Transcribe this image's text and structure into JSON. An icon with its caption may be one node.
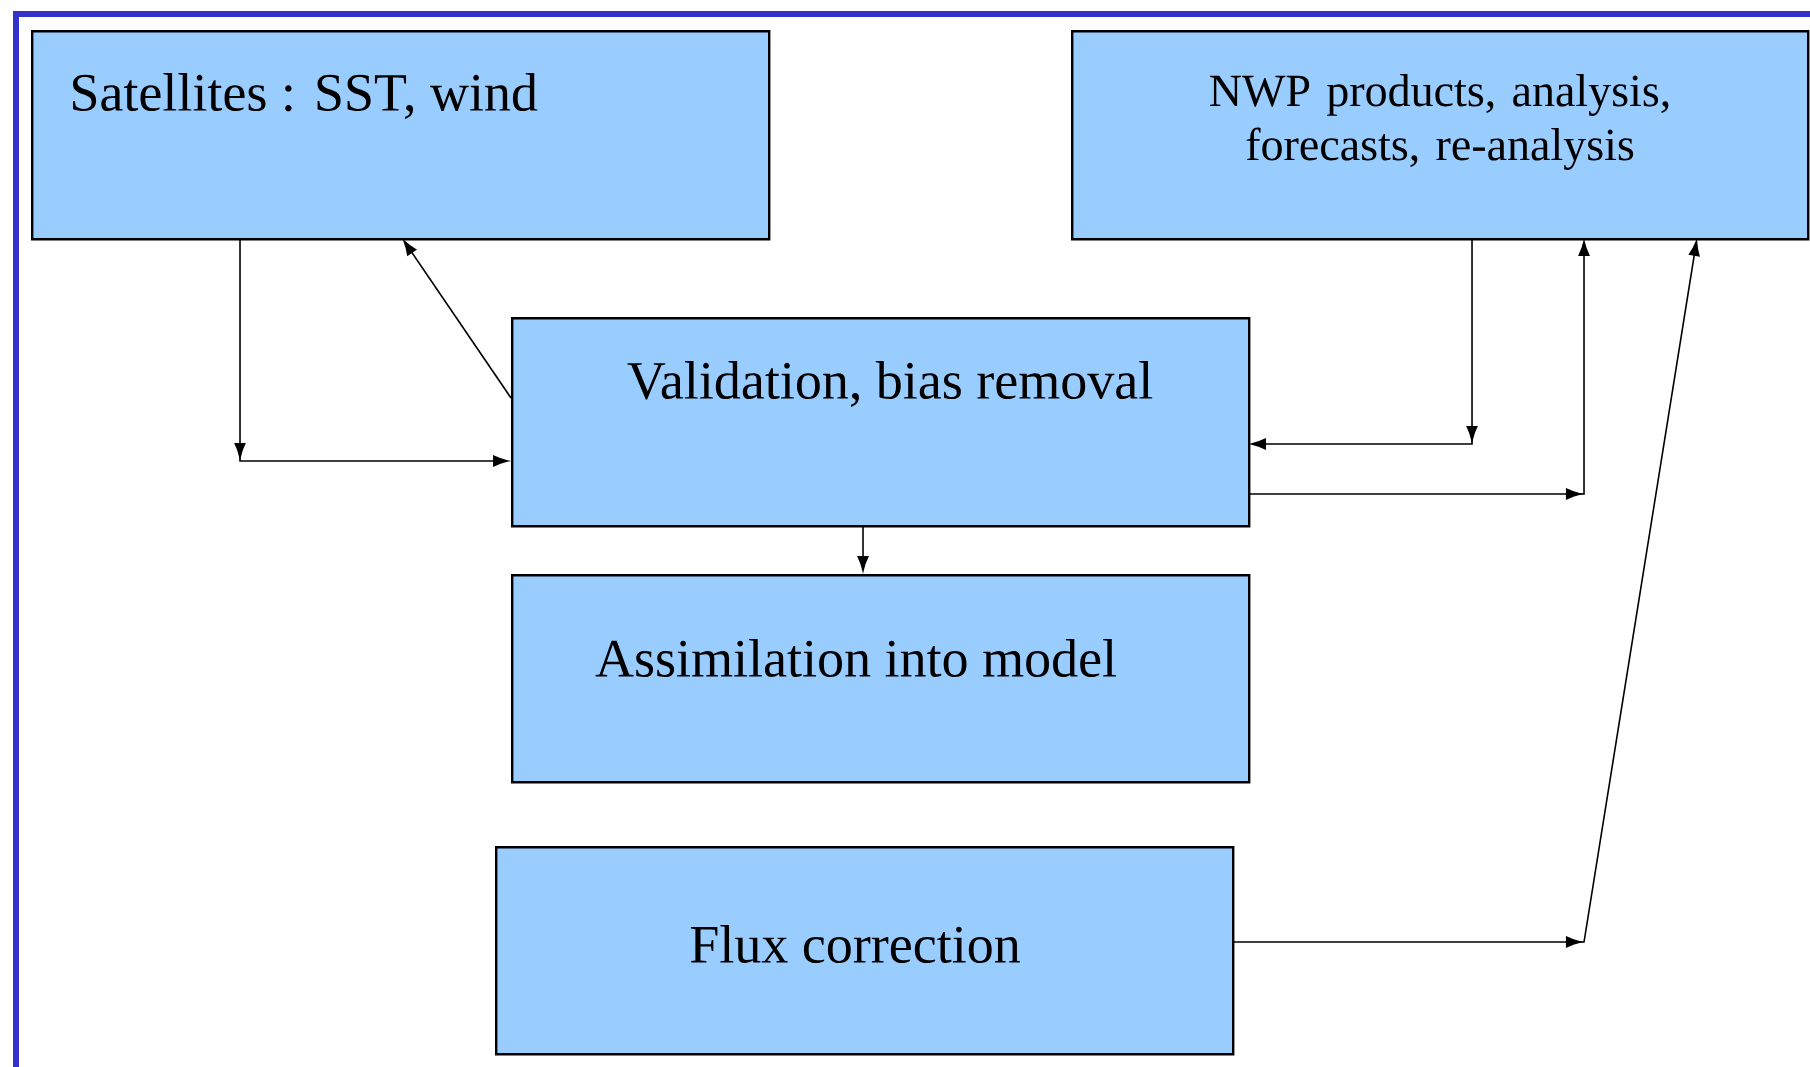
{
  "diagram": {
    "nodes": [
      {
        "text": [
          "Satellites : SST, wind"
        ]
      },
      {
        "text": [
          "NWP products, analysis, forecasts, re-analysis"
        ]
      },
      {
        "text": [
          "Validation, bias removal"
        ]
      },
      {
        "text": [
          "Assimilation into model"
        ]
      },
      {
        "text": [
          "Flux correction"
        ]
      }
    ],
    "edges": [
      {
        "from": 0,
        "to": 2,
        "arrow": "to"
      },
      {
        "from": 2,
        "to": 0,
        "arrow": "to"
      },
      {
        "from": 1,
        "to": 2,
        "arrow": "to"
      },
      {
        "from": 2,
        "to": 1,
        "arrow": "to"
      },
      {
        "from": 2,
        "to": 3,
        "arrow": "to"
      },
      {
        "from": 4,
        "to": 1,
        "arrow": "to"
      }
    ]
  }
}
